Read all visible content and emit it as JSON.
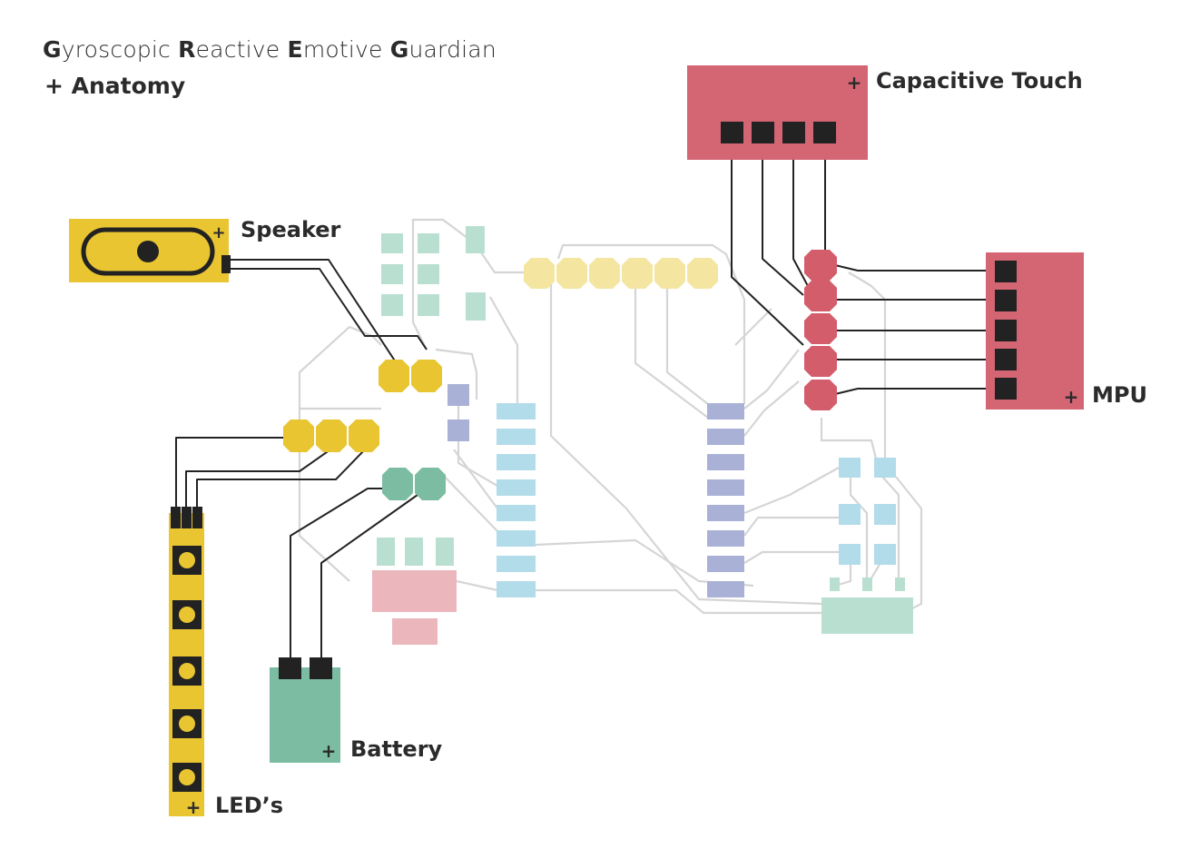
{
  "header": {
    "title_parts": [
      {
        "initial": "G",
        "rest": "yroscopic"
      },
      {
        "initial": "R",
        "rest": "eactive"
      },
      {
        "initial": "E",
        "rest": "motive"
      },
      {
        "initial": "G",
        "rest": "uardian"
      }
    ],
    "subtitle": "+ Anatomy"
  },
  "components": {
    "capacitive_touch": {
      "label": "Capacitive Touch",
      "plus": "+"
    },
    "mpu": {
      "label": "MPU",
      "plus": "+"
    },
    "speaker": {
      "label": "Speaker",
      "plus": "+"
    },
    "battery": {
      "label": "Battery",
      "plus": "+"
    },
    "leds": {
      "label": "LED’s",
      "plus": "+"
    }
  },
  "colors": {
    "sensor_red": "#d46573",
    "sensor_pin_red": "#d45d6c",
    "speaker_yellow": "#e8c531",
    "header_yellow_pale": "#f4e6a1",
    "battery_green": "#7cbca3",
    "mint": "#b9dfd1",
    "light_blue": "#b2dcea",
    "lavender": "#aab1d6",
    "pink": "#ebb6bc",
    "pin_black": "#222222",
    "trace_grey": "#d5d5d5",
    "wire_black": "#232323",
    "text": "#2b2b2b"
  }
}
